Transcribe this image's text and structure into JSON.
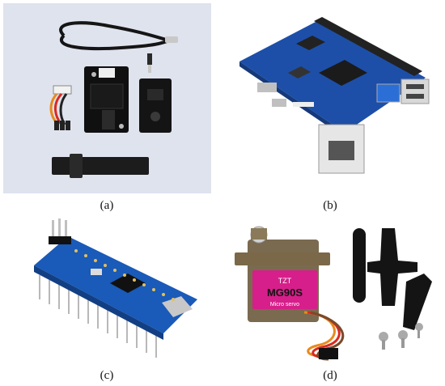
{
  "panels": [
    {
      "id": "a",
      "caption": "(a)",
      "subject": "audio-module-kit-photo"
    },
    {
      "id": "b",
      "caption": "(b)",
      "subject": "single-board-computer-photo"
    },
    {
      "id": "c",
      "caption": "(c)",
      "subject": "arduino-nano-board-photo"
    },
    {
      "id": "d",
      "caption": "(d)",
      "subject": "micro-servo-kit-photo"
    }
  ],
  "servo_label": {
    "brand": "TZT",
    "model": "MG90S",
    "subtitle": "Micro servo"
  },
  "colors": {
    "panel_a_background": "#dfe3ee",
    "board_blue": "#1d4fa8",
    "nano_blue": "#1a5ab8",
    "servo_magenta": "#d61f8a",
    "servo_body": "#6b5a3c",
    "velcro_black": "#1c1c1c",
    "usb_blue": "#2b6fd6"
  }
}
